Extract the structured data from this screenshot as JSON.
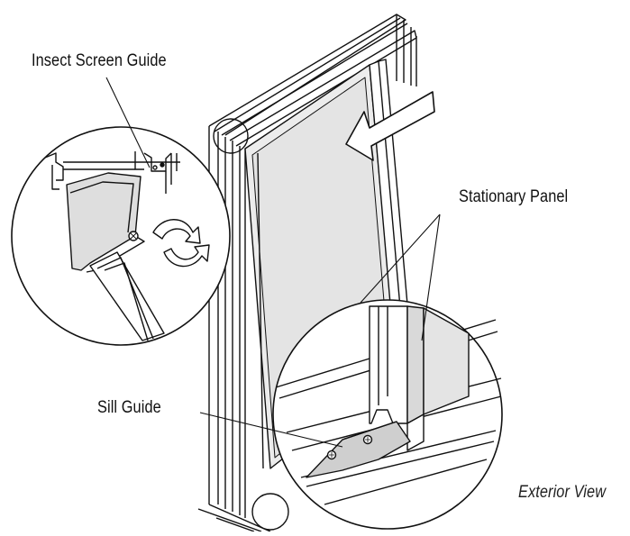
{
  "labels": {
    "insect_screen_guide": "Insect Screen Guide",
    "stationary_panel": "Stationary Panel",
    "sill_guide": "Sill Guide",
    "exterior_view": "Exterior View"
  },
  "colors": {
    "line": "#111111",
    "glass": "#e9e9e9",
    "arrow_fill": "#ffffff",
    "callout_fill": "#ffffff",
    "shade": "#d6d6d6"
  },
  "icons": [
    "arrow-left-icon",
    "rotate-arrows-icon",
    "screw-icon"
  ]
}
